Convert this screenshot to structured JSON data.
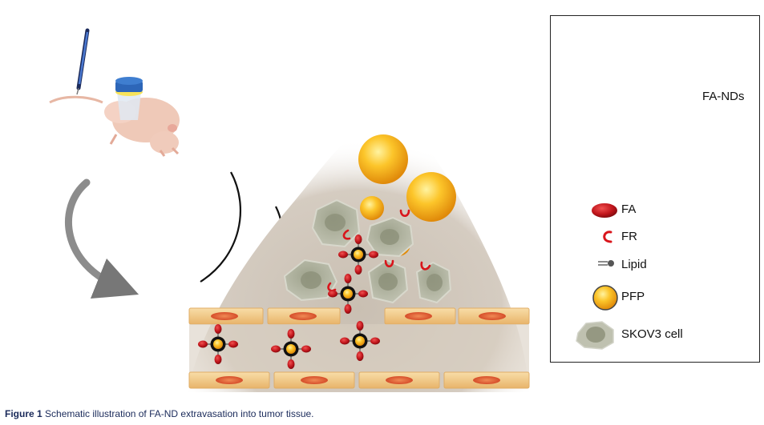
{
  "legend": {
    "nd_label": "FA-NDs",
    "fa_label": "FA",
    "fr_label": "FR",
    "lipid_label": "Lipid",
    "pfp_label": "PFP",
    "cell_label": "SKOV3 cell"
  },
  "caption": {
    "prefix": "Figure 1",
    "text": "Schematic illustration of FA-ND extravasation into tumor tissue."
  },
  "colors": {
    "fa_red": "#c0151b",
    "pfp_gold": "#f5b31a",
    "tumor_bg": "#c9bfb2",
    "vessel_cell": "#f3c98a",
    "cell_gray": "#a9ac98",
    "syringe_blue": "#2a4fa8"
  },
  "icons": [
    "syringe-icon",
    "mouse-icon",
    "vial-icon",
    "curved-arrow-icon",
    "ultrasound-wave-icon"
  ]
}
